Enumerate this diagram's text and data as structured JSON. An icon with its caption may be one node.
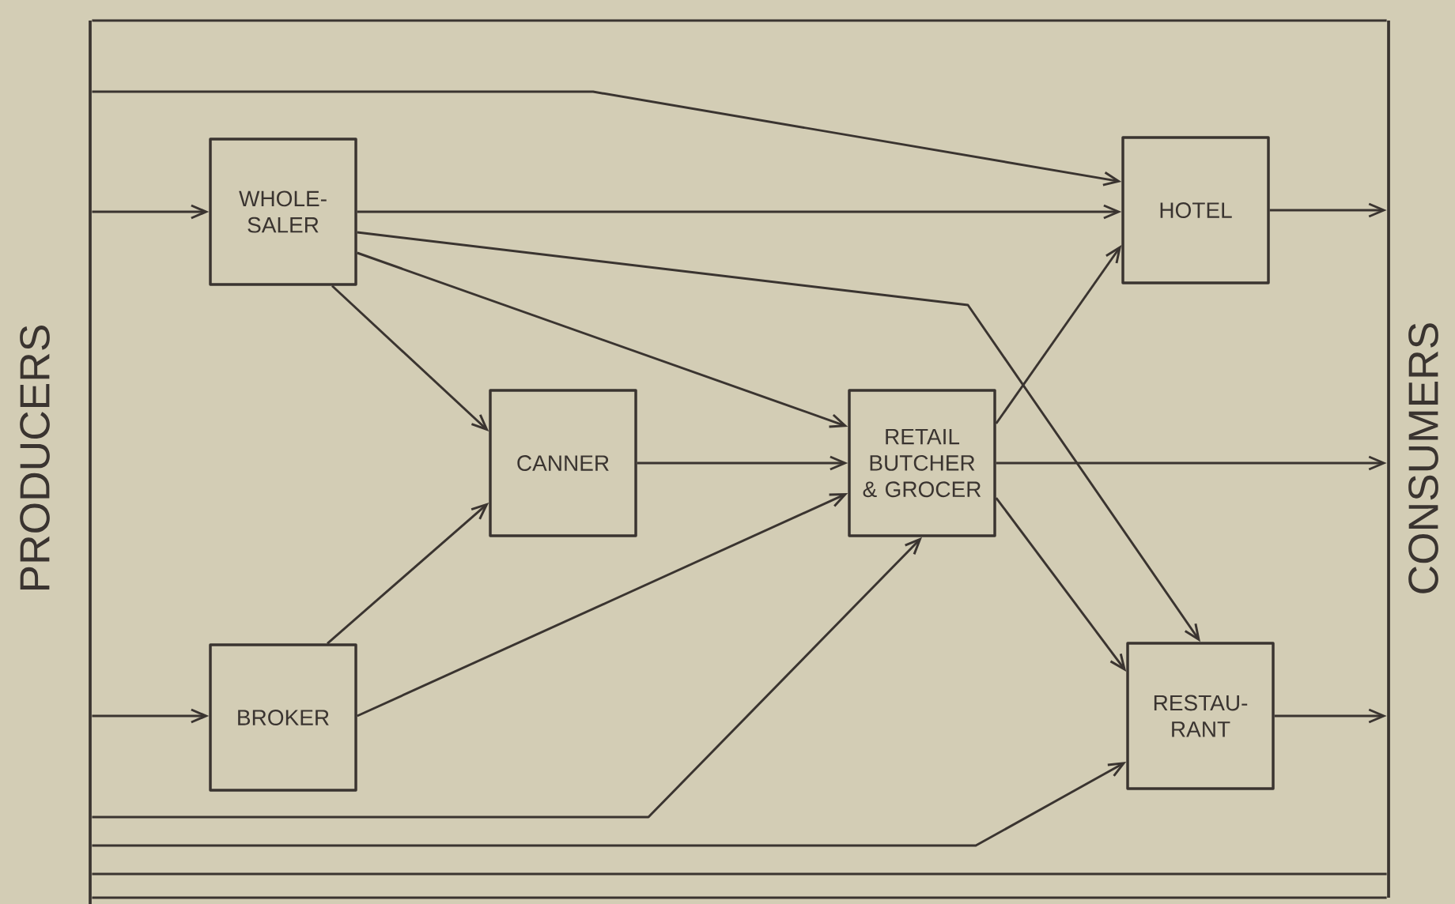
{
  "diagram": {
    "nodes": [
      {
        "text": [],
        "shape": "bar",
        "beside": [
          "PRODUCERS"
        ]
      },
      {
        "text": [
          "WHOLE- SALER"
        ]
      },
      {
        "text": [
          "HOTEL"
        ]
      },
      {
        "text": [
          "CANNER"
        ]
      },
      {
        "text": [
          "RETAIL BUTCHER & GROCER"
        ]
      },
      {
        "text": [
          "BROKER"
        ]
      },
      {
        "text": [
          "RESTAU- RANT"
        ]
      },
      {
        "text": [],
        "shape": "bar",
        "beside": [
          "CONSUMERS"
        ]
      }
    ],
    "edges": [
      {
        "from": 0,
        "to": 1,
        "arrow": "to"
      },
      {
        "from": 0,
        "to": 2,
        "arrow": "to"
      },
      {
        "from": 0,
        "to": 4,
        "arrow": "to"
      },
      {
        "from": 0,
        "to": 5,
        "arrow": "to"
      },
      {
        "from": 0,
        "to": 6,
        "arrow": "to"
      },
      {
        "from": 0,
        "to": 7,
        "arrow": "none"
      },
      {
        "from": 0,
        "to": 7,
        "arrow": "none"
      },
      {
        "from": 0,
        "to": 7,
        "arrow": "none"
      },
      {
        "from": 1,
        "to": 2,
        "arrow": "to"
      },
      {
        "from": 1,
        "to": 3,
        "arrow": "to"
      },
      {
        "from": 1,
        "to": 4,
        "arrow": "to"
      },
      {
        "from": 1,
        "to": 6,
        "arrow": "to"
      },
      {
        "from": 3,
        "to": 4,
        "arrow": "to"
      },
      {
        "from": 5,
        "to": 3,
        "arrow": "to"
      },
      {
        "from": 5,
        "to": 4,
        "arrow": "to"
      },
      {
        "from": 4,
        "to": 2,
        "arrow": "to"
      },
      {
        "from": 4,
        "to": 7,
        "arrow": "to"
      },
      {
        "from": 4,
        "to": 6,
        "arrow": "to"
      },
      {
        "from": 2,
        "to": 7,
        "arrow": "to"
      },
      {
        "from": 6,
        "to": 7,
        "arrow": "to"
      }
    ]
  }
}
